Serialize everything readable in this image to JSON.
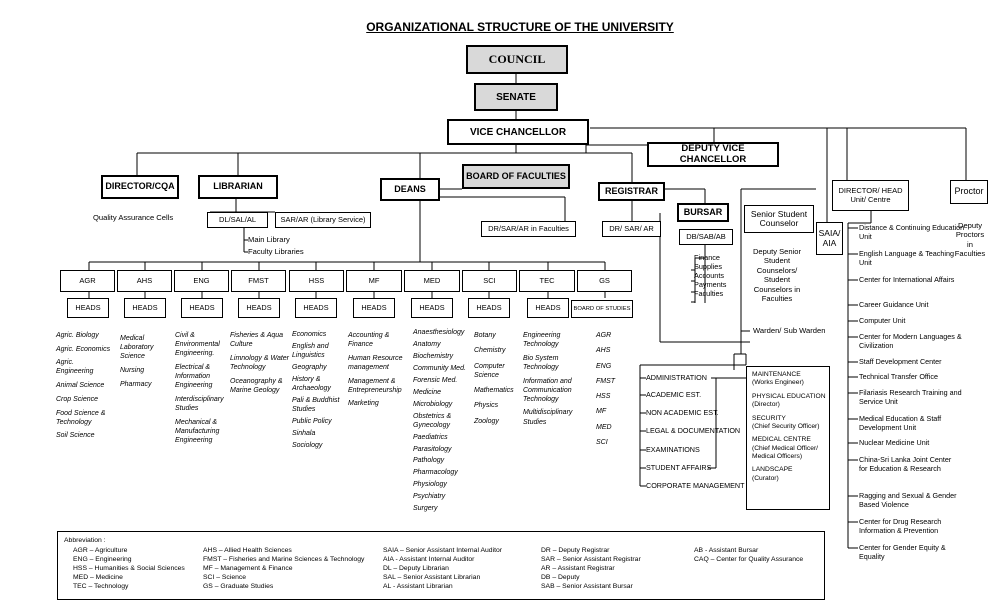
{
  "title": "ORGANIZATIONAL STRUCTURE OF THE UNIVERSITY",
  "top": {
    "council": "COUNCIL",
    "senate": "SENATE",
    "vc": "VICE CHANCELLOR",
    "dvc": "DEPUTY VICE CHANCELLOR"
  },
  "level2": {
    "director_cqa": "DIRECTOR/CQA",
    "qac": "Quality Assurance Cells",
    "librarian": "LIBRARIAN",
    "dl_sal_al": "DL/SAL/AL",
    "sar_ar_lib": "SAR/AR (Library Service)",
    "main_library": "Main Library",
    "faculty_libraries": "Faculty Libraries",
    "deans": "DEANS",
    "board_faculties": "BOARD OF FACULTIES",
    "dr_sar_ar_faculties": "DR/SAR/AR in Faculties",
    "registrar": "REGISTRAR",
    "dr_sar_ar": "DR/ SAR/ AR",
    "bursar": "BURSAR",
    "db_sab_ab": "DB/SAB/AB",
    "bursar_items": [
      "Finance",
      "Supplies",
      "Accounts",
      "Payments",
      "Faculties"
    ],
    "ssc_line1": "Senior Student",
    "ssc_line2": "Counselor",
    "ssc_sub": [
      "Deputy Senior",
      "Student",
      "Counselors/",
      "Student",
      "Counselors in",
      "Faculties"
    ],
    "warden": "Warden/ Sub Warden",
    "saia_line1": "SAIA/",
    "saia_line2": "AIA",
    "dir_head_line1": "DIRECTOR/ HEAD",
    "dir_head_line2": "Unit/ Centre",
    "proctor": "Proctor",
    "deputy_proctors": [
      "Deputy",
      "Proctors",
      "in",
      "Faculties"
    ]
  },
  "faculties": [
    {
      "name": "AGR",
      "sub": "HEADS",
      "items": [
        "Agric. Biology",
        "Agric. Economics",
        "Agric. Engineering",
        "Animal Science",
        "Crop Science",
        "Food Science & Technology",
        "Soil Science"
      ]
    },
    {
      "name": "AHS",
      "sub": "HEADS",
      "items": [
        "Medical Laboratory Science",
        "Nursing",
        "Pharmacy"
      ]
    },
    {
      "name": "ENG",
      "sub": "HEADS",
      "items": [
        "Civil & Environmental Engineering.",
        "Electrical & Information Engineering",
        "Interdisciplinary Studies",
        "Mechanical & Manufacturing Engineering"
      ]
    },
    {
      "name": "FMST",
      "sub": "HEADS",
      "items": [
        "Fisheries & Aqua Culture",
        "Limnology & Water Technology",
        "Oceanography & Marine Geology"
      ]
    },
    {
      "name": "HSS",
      "sub": "HEADS",
      "items": [
        "Economics",
        "English and Linguistics",
        "Geography",
        "History & Archaeology",
        "Pali & Buddhist Studies",
        "Public Policy",
        "Sinhala",
        "Sociology"
      ]
    },
    {
      "name": "MF",
      "sub": "HEADS",
      "items": [
        "Accounting & Finance",
        "Human Resource management",
        "Management & Entrepreneurship",
        "Marketing"
      ]
    },
    {
      "name": "MED",
      "sub": "HEADS",
      "items": [
        "Anaesthesiology",
        "Anatomy",
        "Biochemistry",
        "Community Med.",
        "Forensic Med.",
        "Medicine",
        "Microbiology",
        "Obstetrics & Gynecology",
        "Paediatrics",
        "Parasitology",
        "Pathology",
        "Pharmacology",
        "Physiology",
        "Psychiatry",
        "Surgery"
      ]
    },
    {
      "name": "SCI",
      "sub": "HEADS",
      "items": [
        "Botany",
        "Chemistry",
        "Computer Science",
        "Mathematics",
        "Physics",
        "Zoology"
      ]
    },
    {
      "name": "TEC",
      "sub": "HEADS",
      "items": [
        "Engineering Technology",
        "Bio System Technology",
        "Information and Communication Technology",
        "Multidisciplinary Studies"
      ]
    },
    {
      "name": "GS",
      "sub": "BOARD OF STUDIES",
      "items": [
        "AGR",
        "AHS",
        "ENG",
        "FMST",
        "HSS",
        "MF",
        "MED",
        "SCI"
      ]
    }
  ],
  "registrar_units": [
    "ADMINISTRATION",
    "ACADEMIC EST.",
    "NON ACADEMIC EST.",
    "LEGAL & DOCUMENTATION",
    "EXAMINATIONS",
    "STUDENT AFFAIRS",
    "CORPORATE MANAGEMENT"
  ],
  "service_units": [
    {
      "title": "MAINTENANCE",
      "sub": "(Works Engineer)"
    },
    {
      "title": "PHYSICAL EDUCATION",
      "sub": "(Director)"
    },
    {
      "title": "SECURITY",
      "sub": "(Chief Security Officer)"
    },
    {
      "title": "MEDICAL CENTRE",
      "sub": "(Chief Medical Officer/ Medical Officers)"
    },
    {
      "title": "LANDSCAPE",
      "sub": "(Curator)"
    }
  ],
  "centres": [
    "Distance & Continuing Education Unit",
    "English Language & Teaching Unit",
    "Center for International Affairs",
    "Career Guidance Unit",
    "Computer Unit",
    "Center for Modern Languages & Civilization",
    "Staff Development Center",
    "Technical Transfer Office",
    "Filariasis Research Training and Service Unit",
    "Medical Education & Staff Development Unit",
    "Nuclear Medicine Unit",
    "China-Sri Lanka Joint Center for Education & Research",
    "Ragging and Sexual & Gender Based Violence",
    "Center for Drug Research Information & Prevention",
    "Center for Gender Equity & Equality"
  ],
  "abbreviation": {
    "heading": "Abbreviation :",
    "col1": [
      "AGR – Agriculture",
      "ENG – Engineering",
      "HSS – Humanities & Social Sciences",
      "MED – Medicine",
      "TEC – Technology"
    ],
    "col2": [
      "AHS – Allied Health Sciences",
      "FMST – Fisheries and Marine Sciences & Technology",
      "MF – Management & Finance",
      "SCI – Science",
      "GS – Graduate Studies"
    ],
    "col3": [
      "SAIA – Senior Assistant Internal Auditor",
      "AIA - Assistant Internal Auditor",
      "DL – Deputy Librarian",
      "SAL – Senior Assistant Librarian",
      "AL - Assistant Librarian"
    ],
    "col4": [
      "DR – Deputy Registrar",
      "SAR – Senior Assistant Registrar",
      "AR – Assistant Registrar",
      "DB – Deputy",
      "SAB – Senior Assistant Bursar"
    ],
    "col5": [
      "AB - Assistant Bursar",
      "CAQ – Center for Quality Assurance"
    ]
  }
}
